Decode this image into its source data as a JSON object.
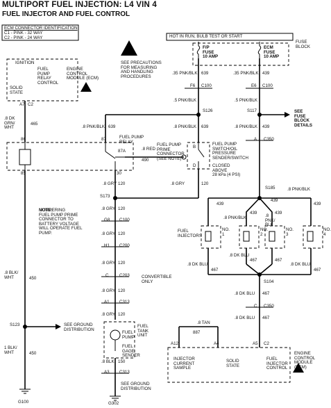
{
  "title": "MULTIPORT FUEL INJECTION: L4 VIN 4",
  "subtitle": "FUEL INJECTOR AND FUEL CONTROL",
  "ecm_connector_box": {
    "header": "ECM CONNECTOR IDENTIFICATION",
    "c1": "C1 - PINK - 32 WAY",
    "c2": "C2 - PINK - 24 WAY"
  },
  "esd_caution": "SEE PRECAUTIONS\nFOR MEASURING\nAND HANDLING\nPROCEDURES",
  "hot_label": "HOT IN RUN, BULB TEST OR START",
  "fuse_block_label": "FUSE\nBLOCK",
  "fuse_fp": "F/P\nFUSE\n10 AMP",
  "fuse_ecm": "ECM\nFUSE\n10 AMP",
  "ecm_top": {
    "ignition": "IGNITION",
    "relay_ctrl": "FUEL\nPUMP\nRELAY\nCONTROL",
    "solid_state": "SOLID\nSTATE",
    "module": "ENGINE\nCONTROL\nMODULE (ECM)",
    "pin_a7": "A7",
    "conn_c2": "C2"
  },
  "wire_labels": {
    "w465": ".8 DK\nGRN/\nWHT",
    "c465": "465",
    "pnk_blk_639_top": ".35 PNK/BLK",
    "c639": "639",
    "pnk_blk_439_top": ".35 PNK/BLK",
    "c439": "439",
    "f6": "F6",
    "e6": "E6",
    "c100": "C100",
    "c100b": "C100",
    "pnk_blk_5a": ".5 PNK/BLK",
    "pnk_blk_5b": ".5 PNK/BLK",
    "s126": "S126",
    "s117": "S117",
    "see_fuse": "SEE\nFUSE\nBLOCK\nDETAILS",
    "pnk_blk_8a": ".8 PNK/BLK",
    "c639b": "639",
    "pnk_blk_8b": ".8 PNK/BLK",
    "c639c": "639",
    "pnk_blk_8c": ".8 PNK/BLK",
    "c439b": "439",
    "c350a": "C350",
    "pin_a": "A",
    "relay_name": "FUEL PUMP\nRELAY",
    "pin86": "86",
    "pin87": "87",
    "pin87a": "87A",
    "pin85": "85",
    "pin30": "30",
    "red490": ".8 RED",
    "c490": "490",
    "prime_conn": "FUEL PUMP\nPRIME\nCONNECTOR\n(SEE NOTE)",
    "switch_name": "FUEL PUMP\nSWITCH/OIL\nPRESSURE\nSENDER/SWITCH",
    "closed_above": "CLOSED\nABOVE\n28 kPa (4 PSI)",
    "pin_b": "B",
    "pin_d": "D",
    "gry120a": ".8 GRY",
    "c120a": "120",
    "gry120b": ".8 GRY",
    "c120b": "120",
    "s173": "S173",
    "s185": "S185",
    "pnk_blk_s185": ".8 PNK/BLK",
    "c439c": "439",
    "gry120c": ".8 GRY",
    "c120c": "120",
    "g8": "G8",
    "c100c": "C100",
    "gry120d": ".8 GRY",
    "c120d": "120",
    "h1": "H1",
    "c200": "C200",
    "gry120e": ".8 GRY",
    "c120e": "120",
    "c203_pin": "C",
    "c203": "C203",
    "convertible": "CONVERTIBLE\nONLY",
    "gry120f": ".8 GRY",
    "c120f": "120",
    "a1": "A1",
    "c313a": "C313",
    "gry120g": ".8 GRY",
    "c120g": "120",
    "tank_unit": "FUEL\nTANK\nUNIT",
    "pump": "FUEL\nPUMP",
    "gage": "FUEL\nGAGE\nSENDER",
    "blk150a": ".8 BLK",
    "c150a": "150",
    "a3": "A3",
    "c313b": "C313",
    "see_ground2": "SEE GROUND\nDISTRIBUTION",
    "g302": "G302",
    "blk450a": ".8 BLK/\nWHT",
    "c450a": "450",
    "s123": "S123",
    "see_ground1": "SEE GROUND\nDISTRIBUTION",
    "blk450b": "1 BLK/\nWHT",
    "c450b": "450",
    "g100": "G100",
    "pnk439_1": "439",
    "pnk439_2": "439",
    "pnk439_3": "439",
    "pnk439_4": "439",
    "pnk_blk_small1": ".8 PNK/BLK",
    "pnk_blk_small2": ".8\nPNK/\nBLK",
    "injectors": "FUEL\nINJECTORS",
    "no1": "NO.\n1",
    "no2": "NO.\n2",
    "no3": "NO.\n3",
    "no4": "NO.\n4",
    "dkblu1": ".8 DK BLU",
    "c467a": "467",
    "dkblu2": ".8 DK BLU",
    "c467b": "467",
    "c467c": "467",
    "dkblu3": ".8 DK BLU",
    "c467d": "467",
    "s104": "S104",
    "dkblu4": ".8 DK BLU",
    "c467e": "467",
    "pin_c": "C",
    "c350b": "C350",
    "dkblu5": ".8 DK BLU",
    "c467f": "467",
    "tan": ".8 TAN",
    "c887": "887",
    "a12": "A12",
    "a4": "A4",
    "a5": "A5",
    "conn_c2b": "C2",
    "inj_current": "INJECTOR\nCURRENT\nSAMPLE",
    "solid_state2": "SOLID\nSTATE",
    "inj_ctrl": "FUEL\nINJECTOR\nCONTROL",
    "ecm_bottom": "ENGINE\nCONTROL\nMODULE\n(ECM)"
  },
  "note": {
    "label": "NOTE:",
    "text": " JUMPERING\nFUEL PUMP PRIME\nCONNECTOR TO\nBATTERY VOLTAGE\nWILL OPERATE FUEL\nPUMP."
  }
}
